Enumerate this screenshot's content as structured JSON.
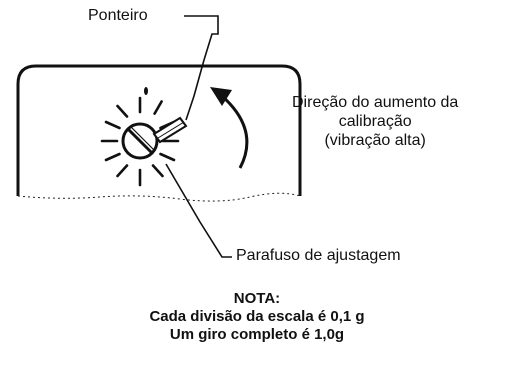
{
  "labels": {
    "pointer": "Ponteiro",
    "direction": [
      "Direção do aumento da",
      "calibração",
      "(vibração alta)"
    ],
    "screw": "Parafuso de ajustagem"
  },
  "note": {
    "title": "NOTA:",
    "lines": [
      "Cada divisão da escala é 0,1 g",
      "Um giro completo é 1,0g"
    ]
  },
  "colors": {
    "ink": "#111111",
    "background": "#ffffff"
  }
}
